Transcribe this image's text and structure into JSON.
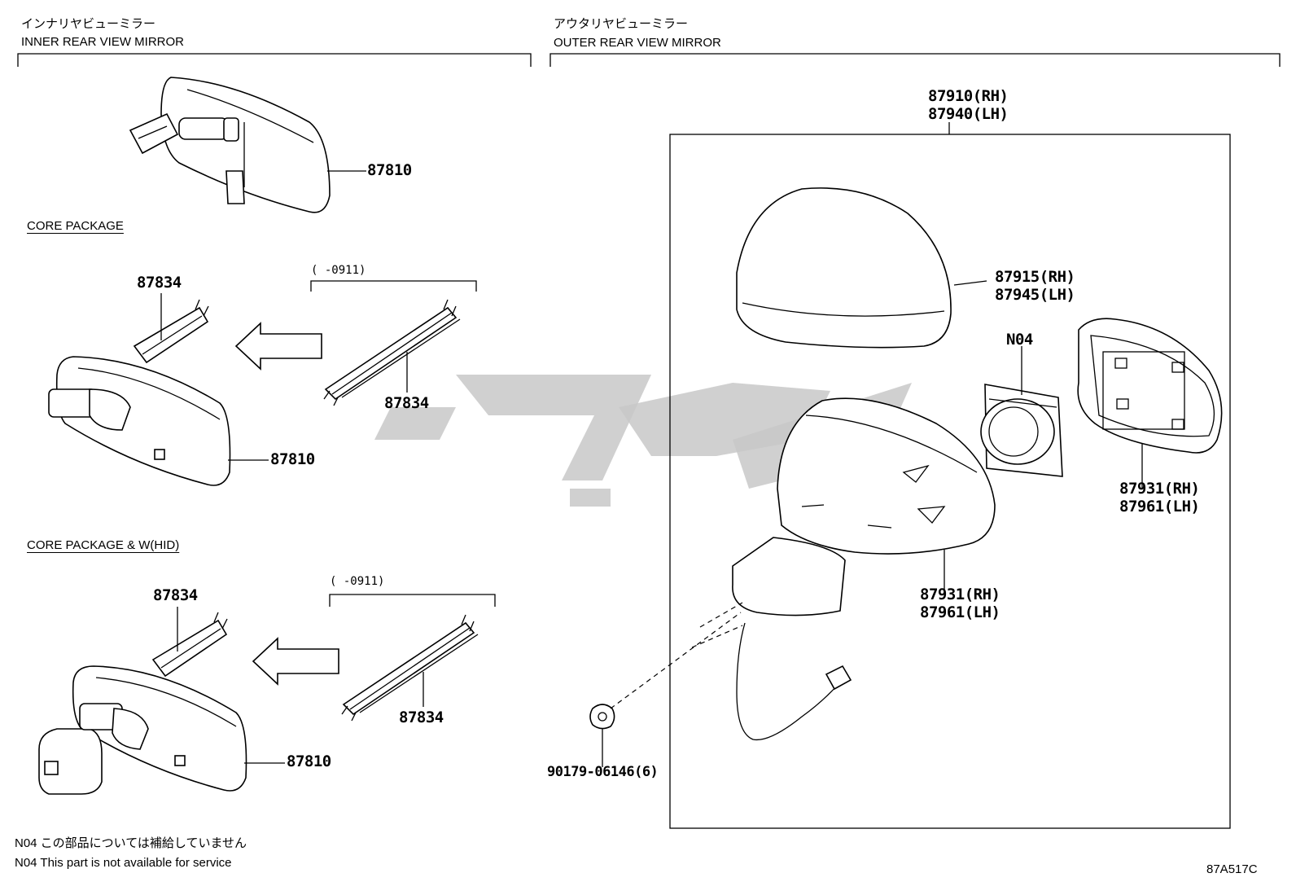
{
  "inner_section": {
    "title_jp": "インナリヤビューミラー",
    "title_en": "INNER REAR VIEW MIRROR",
    "top_label": "87810",
    "core_package": {
      "title": "CORE PACKAGE",
      "date_range": "(      -0911)",
      "label_87834_a": "87834",
      "label_87834_b": "87834",
      "label_87810": "87810"
    },
    "core_package_hid": {
      "title": "CORE PACKAGE & W(HID)",
      "date_range": "(      -0911)",
      "label_87834_a": "87834",
      "label_87834_b": "87834",
      "label_87810": "87810"
    }
  },
  "outer_section": {
    "title_jp": "アウタリヤビューミラー",
    "title_en": "OUTER REAR VIEW MIRROR",
    "assembly_rh": "87910(RH)",
    "assembly_lh": "87940(LH)",
    "cover_rh": "87915(RH)",
    "cover_lh": "87945(LH)",
    "n04_label": "N04",
    "glass_rh": "87931(RH)",
    "glass_lh": "87961(LH)",
    "body_rh": "87931(RH)",
    "body_lh": "87961(LH)",
    "clip_label": "90179-06146(6)"
  },
  "notes": {
    "jp": "N04 この部品については補給していません",
    "en": "N04 This part is not available for service"
  },
  "figure_code": "87A517C"
}
